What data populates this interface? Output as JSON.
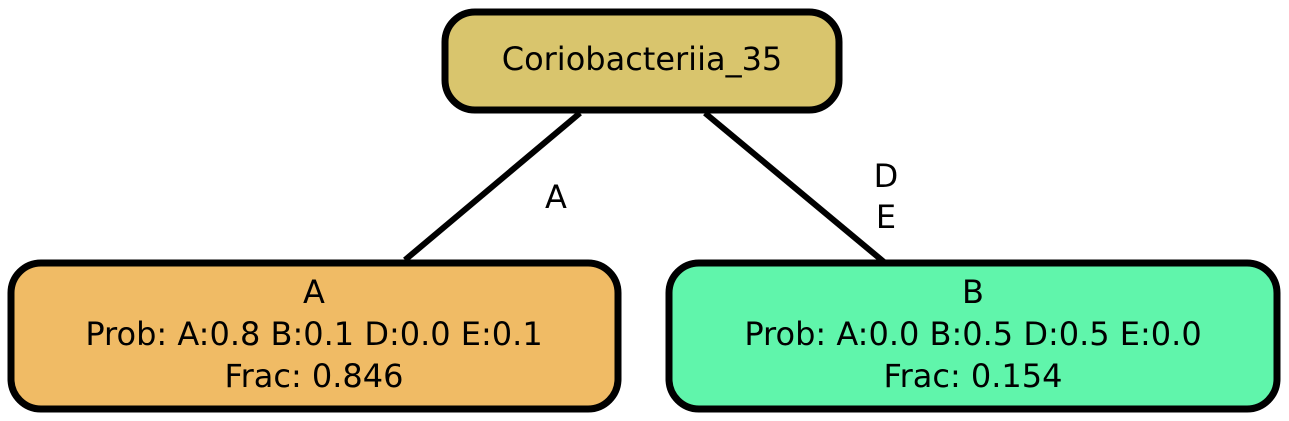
{
  "nodes": {
    "root": {
      "label": "Coriobacteriia_35",
      "color": "#d9c56d"
    },
    "left": {
      "title": "A",
      "prob": "Prob: A:0.8 B:0.1 D:0.0 E:0.1",
      "frac": "Frac: 0.846",
      "color": "#f0bb65"
    },
    "right": {
      "title": "B",
      "prob": "Prob: A:0.0 B:0.5 D:0.5 E:0.0",
      "frac": "Frac: 0.154",
      "color": "#60f5ab"
    }
  },
  "edges": {
    "left": {
      "labels": [
        "A"
      ]
    },
    "right": {
      "labels": [
        "D",
        "E"
      ]
    }
  },
  "colors": {
    "stroke": "#000000"
  }
}
